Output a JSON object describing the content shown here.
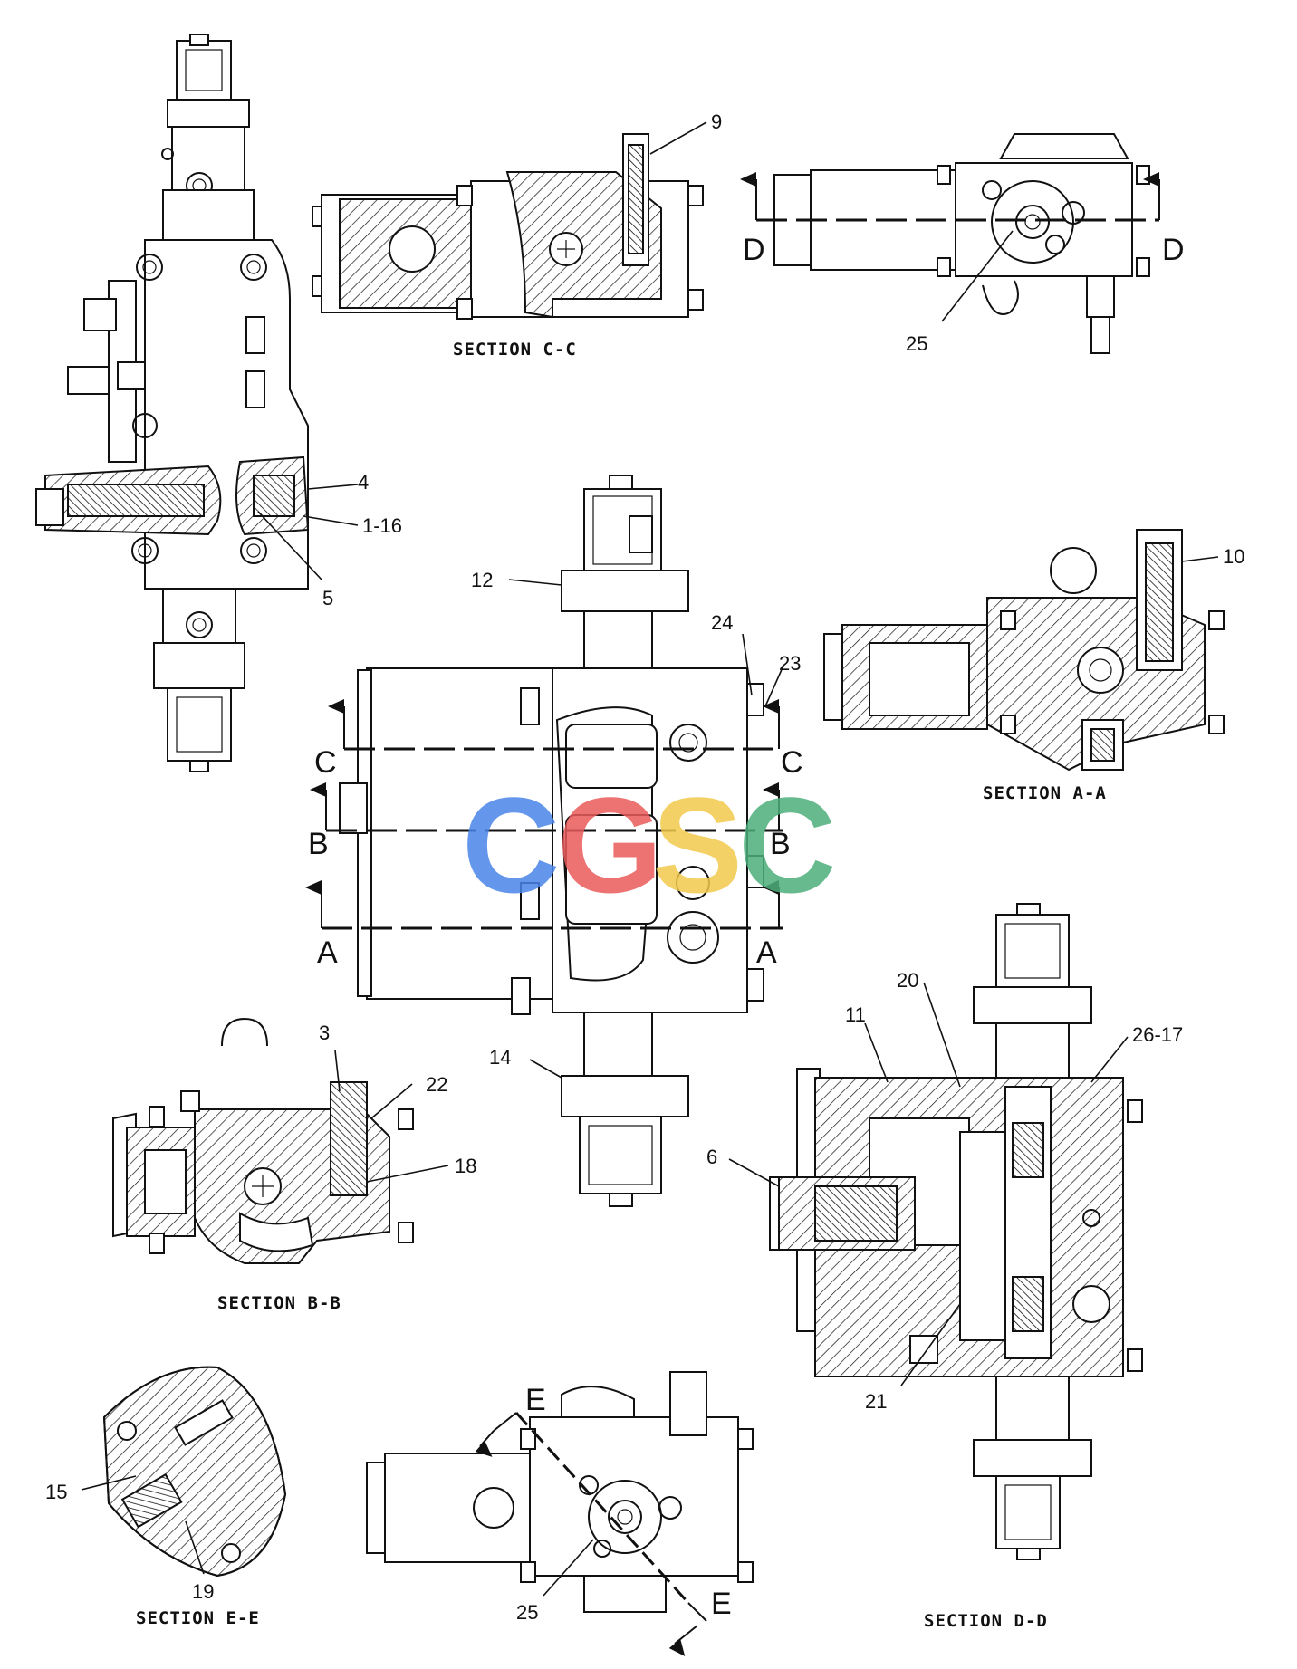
{
  "watermark": {
    "letters": [
      "C",
      "G",
      "S",
      "C"
    ],
    "colors": [
      "#4a86e8",
      "#ea5b5b",
      "#f2c94c",
      "#4caf7a"
    ]
  },
  "section_titles": {
    "cc": "SECTION C-C",
    "aa": "SECTION A-A",
    "bb": "SECTION B-B",
    "ee": "SECTION E-E",
    "dd": "SECTION D-D"
  },
  "section_letters": {
    "c_left": "C",
    "c_right": "C",
    "b_left": "B",
    "b_right": "B",
    "a_left": "A",
    "a_right": "A",
    "d_left": "D",
    "d_right": "D",
    "e_top": "E",
    "e_bottom": "E"
  },
  "callouts": {
    "c9": "9",
    "c25_top": "25",
    "c4": "4",
    "c1_16": "1-16",
    "c5": "5",
    "c12": "12",
    "c24": "24",
    "c23": "23",
    "c10": "10",
    "c14": "14",
    "c3": "3",
    "c22": "22",
    "c18": "18",
    "c20": "20",
    "c11": "11",
    "c26_17": "26-17",
    "c6": "6",
    "c21": "21",
    "c15": "15",
    "c19": "19",
    "c25_bottom": "25"
  }
}
